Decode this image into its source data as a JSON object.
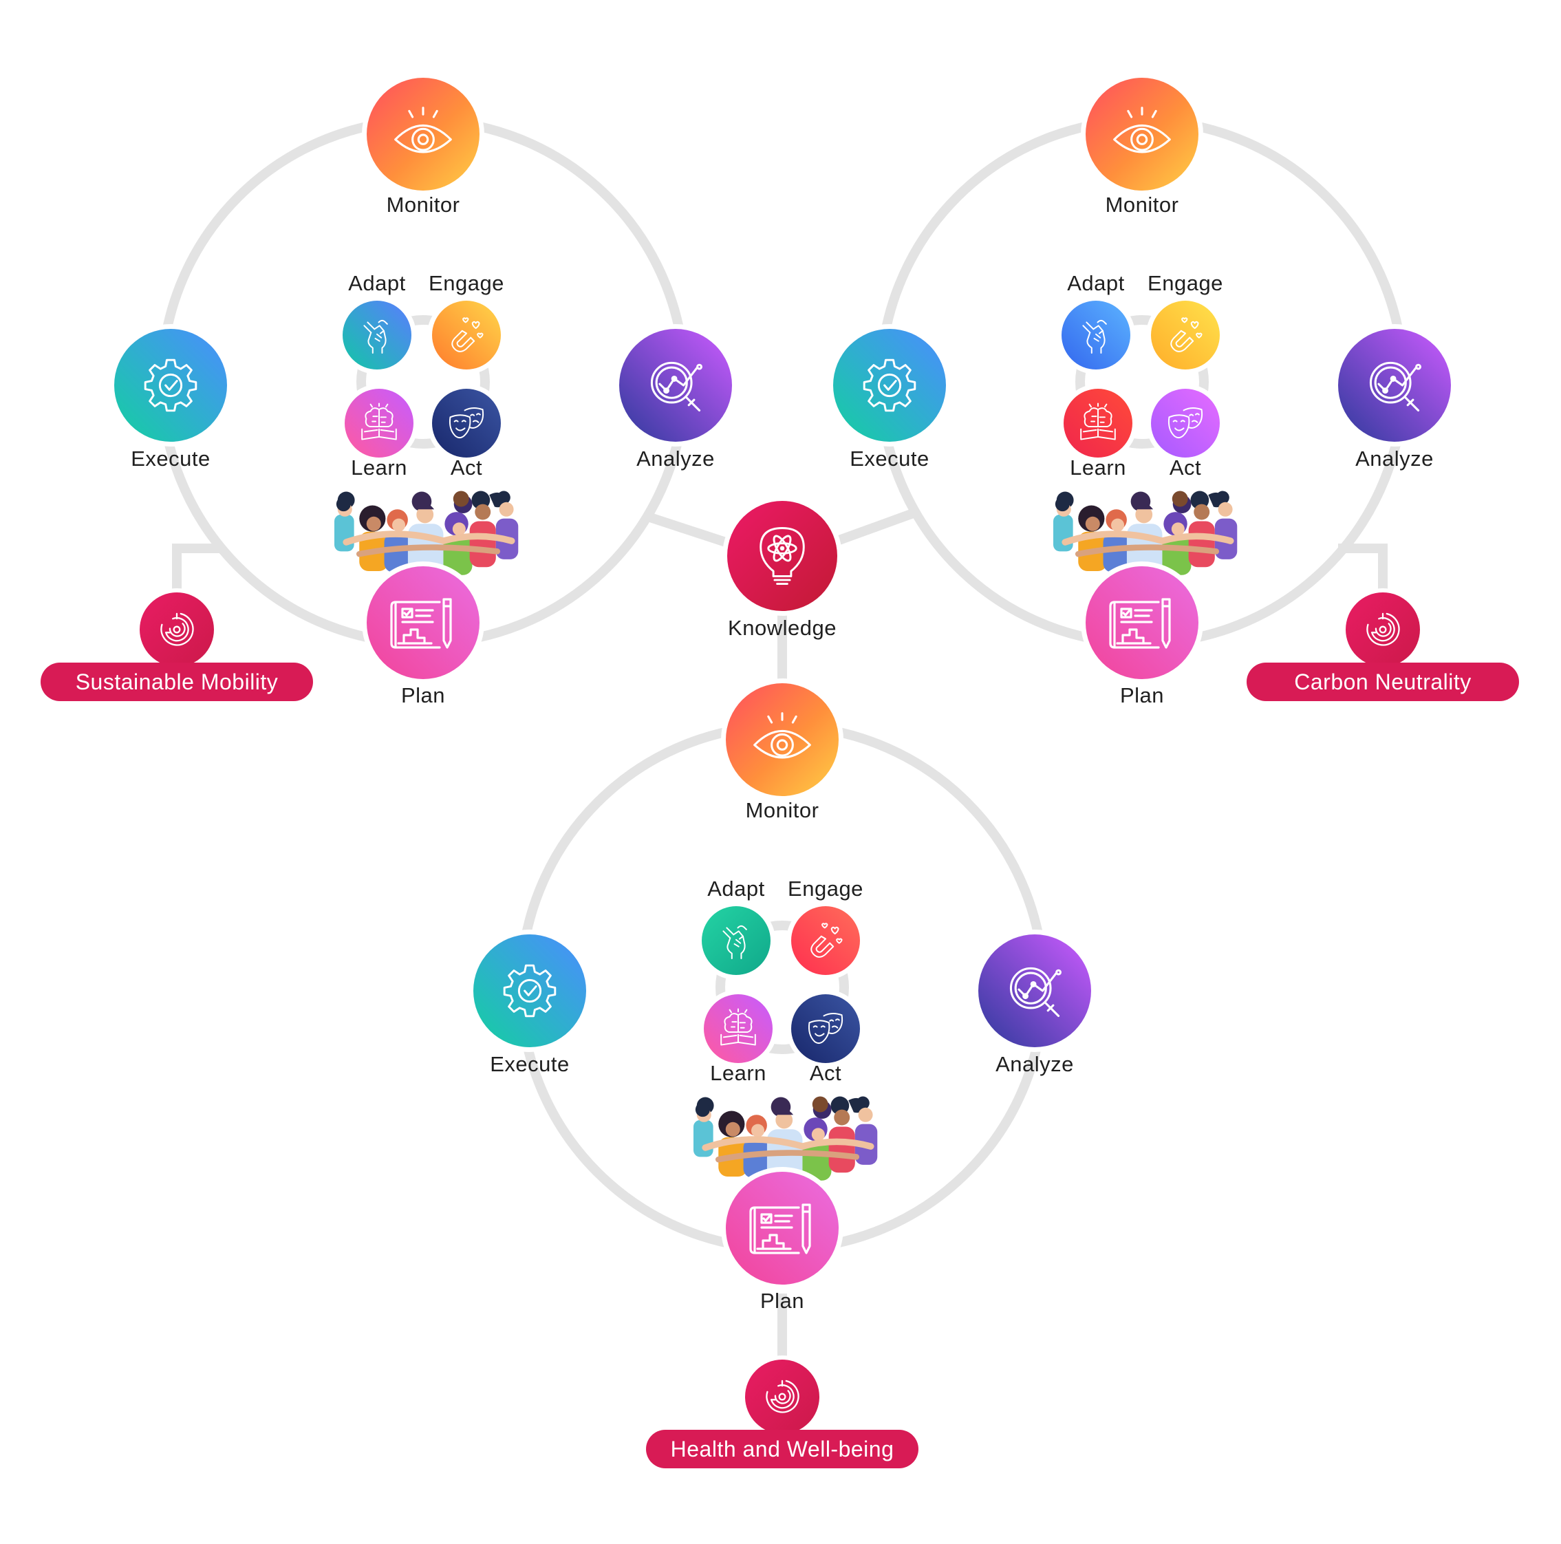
{
  "colors": {
    "ring_line": "#e3e3e3",
    "monitor": [
      "#ff5c5c",
      "#ff9f3f",
      "#ffc93c"
    ],
    "execute": [
      "#22c9a5",
      "#4a9cff"
    ],
    "analyze": [
      "#3d3fa8",
      "#c85cff"
    ],
    "plan": [
      "#f24aa0",
      "#f26fd0"
    ],
    "knowledge": [
      "#e01a5e",
      "#c21d3a"
    ],
    "focus_area": "#d81b55",
    "adapt_teal": [
      "#1bbfb5",
      "#5b82ff"
    ],
    "adapt_blue": [
      "#3b6ef0",
      "#5ab0ff"
    ],
    "adapt_green": [
      "#1fc99e",
      "#15b08f"
    ],
    "engage_orange": [
      "#ff8a2b",
      "#ffd34a"
    ],
    "engage_yellow": [
      "#ffb52b",
      "#ffe04a"
    ],
    "engage_red": [
      "#ff3b4f",
      "#ff6b5b"
    ],
    "learn_pink": [
      "#ff5fa2",
      "#cf5cff"
    ],
    "learn_red": [
      "#ff3b3b",
      "#e8264e"
    ],
    "act_navy": [
      "#1b2c72",
      "#37509d"
    ],
    "act_violet": [
      "#b25cff",
      "#e06bff"
    ]
  },
  "center": {
    "label": "Knowledge",
    "icon": "lightbulb-atom-icon"
  },
  "loops": [
    {
      "id": "left",
      "focus_area": "Sustainable Mobility",
      "phases": {
        "monitor": "Monitor",
        "analyze": "Analyze",
        "plan": "Plan",
        "execute": "Execute"
      },
      "inner": {
        "adapt": "Adapt",
        "engage": "Engage",
        "learn": "Learn",
        "act": "Act"
      },
      "inner_palette": {
        "adapt": "adapt_teal",
        "engage": "engage_orange",
        "learn": "learn_pink",
        "act": "act_navy"
      }
    },
    {
      "id": "right",
      "focus_area": "Carbon Neutrality",
      "phases": {
        "monitor": "Monitor",
        "analyze": "Analyze",
        "plan": "Plan",
        "execute": "Execute"
      },
      "inner": {
        "adapt": "Adapt",
        "engage": "Engage",
        "learn": "Learn",
        "act": "Act"
      },
      "inner_palette": {
        "adapt": "adapt_blue",
        "engage": "engage_yellow",
        "learn": "learn_red",
        "act": "act_violet"
      }
    },
    {
      "id": "bottom",
      "focus_area": "Health and Well-being",
      "phases": {
        "monitor": "Monitor",
        "analyze": "Analyze",
        "plan": "Plan",
        "execute": "Execute"
      },
      "inner": {
        "adapt": "Adapt",
        "engage": "Engage",
        "learn": "Learn",
        "act": "Act"
      },
      "inner_palette": {
        "adapt": "adapt_green",
        "engage": "engage_red",
        "learn": "learn_pink",
        "act": "act_navy"
      }
    }
  ],
  "icons": {
    "monitor": "eye-icon",
    "analyze": "magnifier-chart-icon",
    "plan": "blueprint-pencil-icon",
    "execute": "gear-check-icon",
    "adapt": "handshake-icon",
    "engage": "magnet-hearts-icon",
    "learn": "brain-book-icon",
    "act": "theater-masks-icon",
    "focus_area": "maze-icon",
    "community": "people-group-illustration"
  }
}
